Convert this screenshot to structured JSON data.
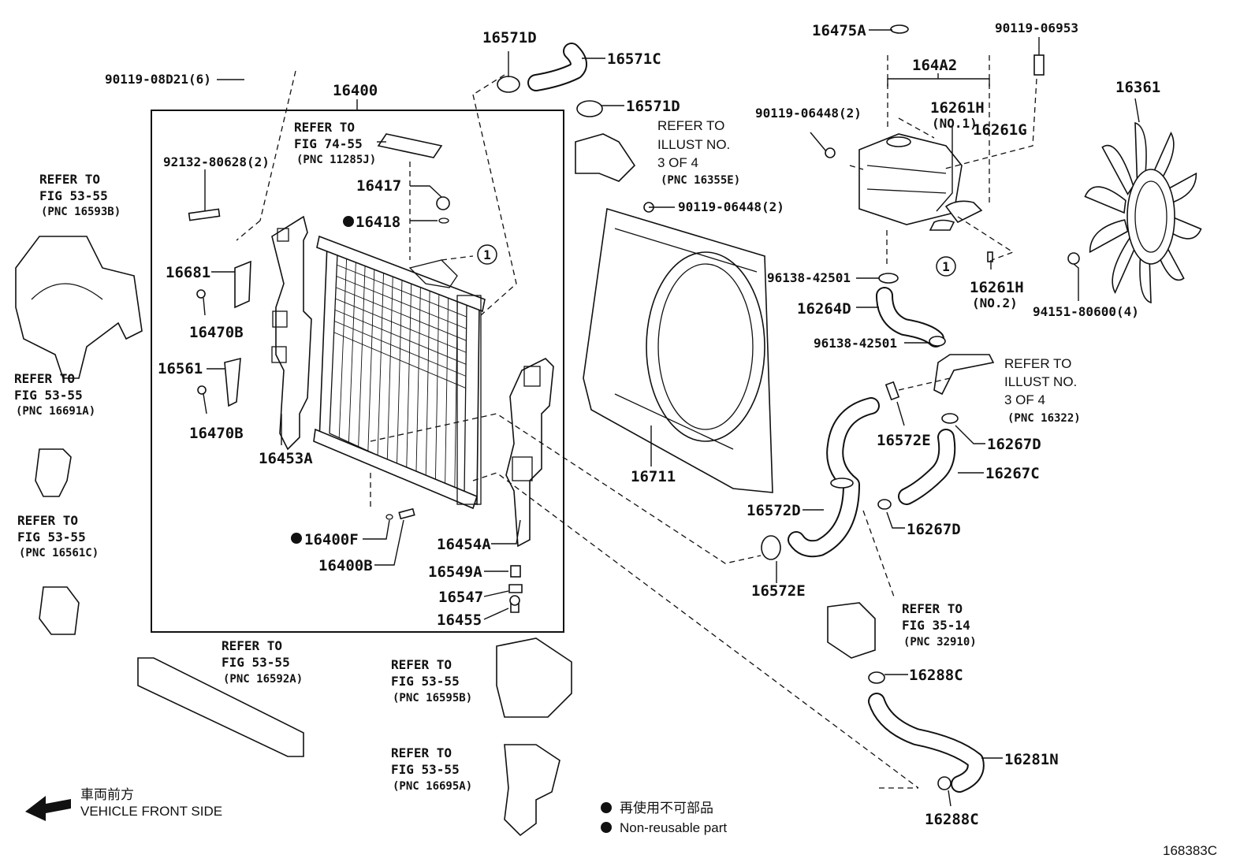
{
  "labels": {
    "p16400": "16400",
    "p90119_08d21": "90119-08D21(6)",
    "p92132": "92132-80628(2)",
    "p16681": "16681",
    "p16470b_1": "16470B",
    "p16561": "16561",
    "p16470b_2": "16470B",
    "p16453a": "16453A",
    "p16417": "16417",
    "p16418": "16418",
    "p16400f": "16400F",
    "p16400b": "16400B",
    "p16454a": "16454A",
    "p16549a": "16549A",
    "p16547": "16547",
    "p16455": "16455",
    "p16571d_1": "16571D",
    "p16571c": "16571C",
    "p16571d_2": "16571D",
    "p90119_06448_a": "90119-06448(2)",
    "p16711": "16711",
    "p16475a": "16475A",
    "p90119_06953": "90119-06953",
    "p164a2": "164A2",
    "p90119_06448_b": "90119-06448(2)",
    "p16261h_1": "16261H",
    "no1": "(NO.1)",
    "p16261g": "16261G",
    "p16361": "16361",
    "p96138_1": "96138-42501",
    "p16264d": "16264D",
    "p96138_2": "96138-42501",
    "p16261h_2": "16261H",
    "no2": "(NO.2)",
    "p94151": "94151-80600(4)",
    "p16572e_1": "16572E",
    "p16267d_1": "16267D",
    "p16267c": "16267C",
    "p16572d": "16572D",
    "p16267d_2": "16267D",
    "p16572e_2": "16572E",
    "p16288c_1": "16288C",
    "p16281n": "16281N",
    "p16288c_2": "16288C",
    "circle_ref": "1"
  },
  "refs": {
    "fig7455": [
      "REFER TO",
      "FIG 74-55",
      "(PNC 11285J)"
    ],
    "r16593b": [
      "REFER TO",
      "FIG 53-55",
      "(PNC 16593B)"
    ],
    "r16691a": [
      "REFER TO",
      "FIG 53-55",
      "(PNC 16691A)"
    ],
    "r16561c": [
      "REFER TO",
      "FIG 53-55",
      "(PNC 16561C)"
    ],
    "r16592a": [
      "REFER TO",
      "FIG 53-55",
      "(PNC 16592A)"
    ],
    "r16595b": [
      "REFER TO",
      "FIG 53-55",
      "(PNC 16595B)"
    ],
    "r16695a": [
      "REFER TO",
      "FIG 53-55",
      "(PNC 16695A)"
    ],
    "r16355e": [
      "REFER TO",
      "ILLUST NO.",
      "3 OF 4",
      "(PNC 16355E)"
    ],
    "r16322": [
      "REFER TO",
      "ILLUST NO.",
      "3 OF 4",
      "(PNC 16322)"
    ],
    "r32910": [
      "REFER TO",
      "FIG 35-14",
      "(PNC 32910)"
    ]
  },
  "legend": {
    "front_jp": "車両前方",
    "front_en": "VEHICLE FRONT SIDE",
    "nonreuse_jp": "再使用不可部品",
    "nonreuse_en": "Non-reusable part"
  },
  "diagram_id": "168383C"
}
